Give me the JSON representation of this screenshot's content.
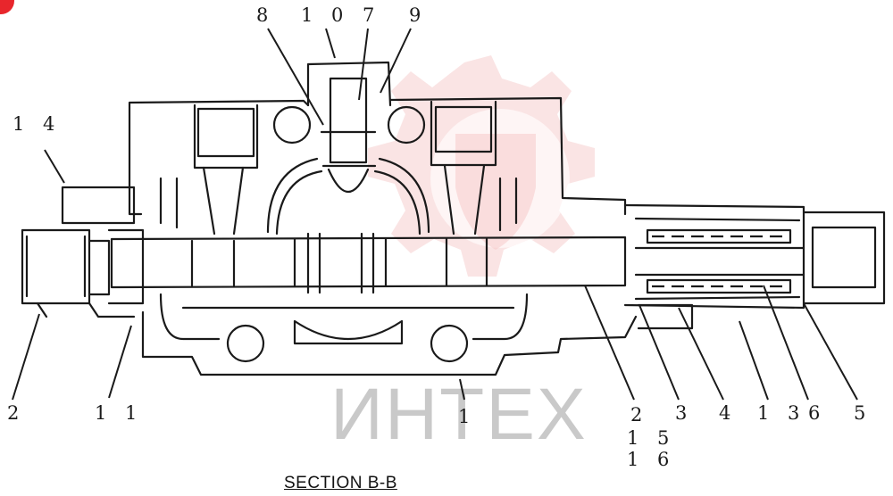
{
  "caption": "SECTION  B-B",
  "watermark": {
    "text": "ИНТЕХ",
    "logo_color": "#f4b8b8",
    "text_color": "#c9c9c9"
  },
  "callouts": {
    "c8": "8",
    "c10": "1 0",
    "c7": "7",
    "c9": "9",
    "c14": "1 4",
    "c2_left": "2",
    "c11": "1 1",
    "c1": "1",
    "c2_right": "2",
    "c15": "1 5",
    "c16": "1 6",
    "c3": "3",
    "c4": "4",
    "c13": "1 3",
    "c6": "6",
    "c5": "5"
  },
  "colors": {
    "line": "#1a1a1a",
    "accent_dot": "#e8262c"
  }
}
